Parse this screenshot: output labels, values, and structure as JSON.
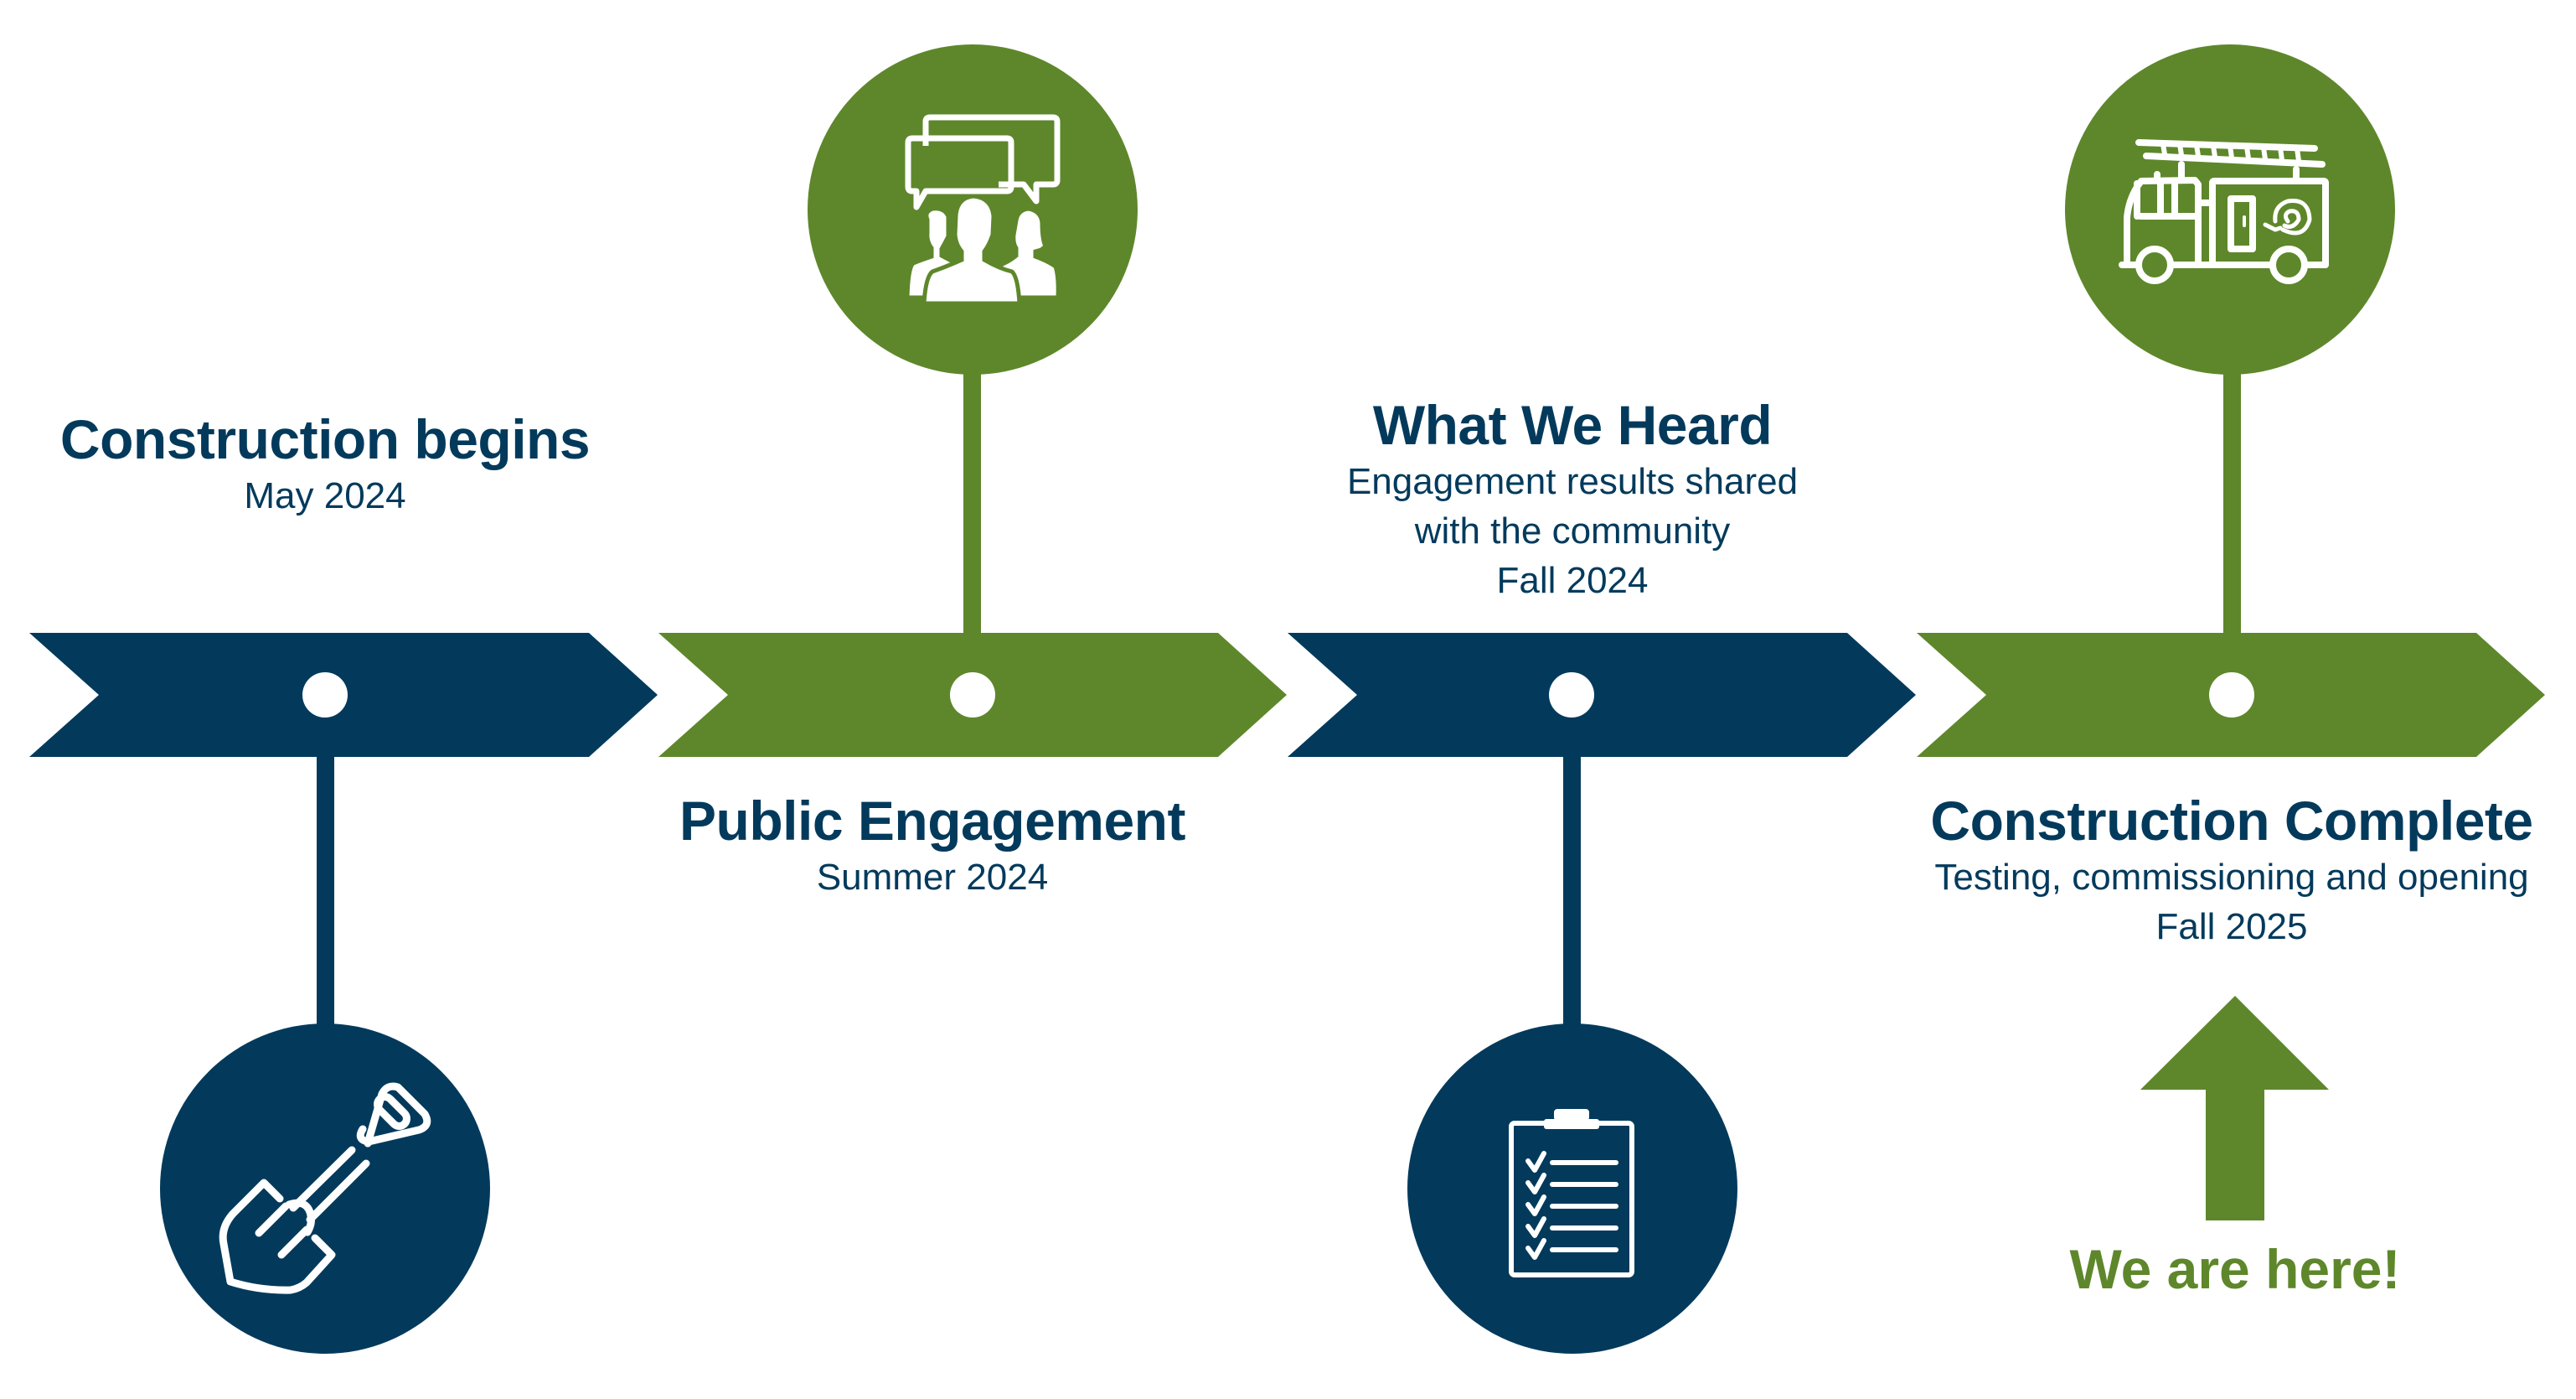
{
  "colors": {
    "navy": "#033A5C",
    "green": "#5E872B",
    "white": "#FFFFFF"
  },
  "milestones": [
    {
      "title": "Construction begins",
      "lines": [
        "May 2024"
      ],
      "color": "navy",
      "icon": "shovel-icon",
      "icon_position": "below",
      "label_position": "above"
    },
    {
      "title": "Public Engagement",
      "lines": [
        "Summer 2024"
      ],
      "color": "green",
      "icon": "people-speech-bubbles-icon",
      "icon_position": "above",
      "label_position": "below"
    },
    {
      "title": "What We Heard",
      "lines": [
        "Engagement results shared",
        "with the community",
        "Fall 2024"
      ],
      "color": "navy",
      "icon": "clipboard-checklist-icon",
      "icon_position": "below",
      "label_position": "above"
    },
    {
      "title": "Construction Complete",
      "lines": [
        "Testing, commissioning and opening",
        "Fall 2025"
      ],
      "color": "green",
      "icon": "fire-truck-icon",
      "icon_position": "above",
      "label_position": "below"
    }
  ],
  "current_marker": {
    "label": "We are here!",
    "milestone_index": 3,
    "icon": "up-arrow-icon",
    "color": "green"
  }
}
